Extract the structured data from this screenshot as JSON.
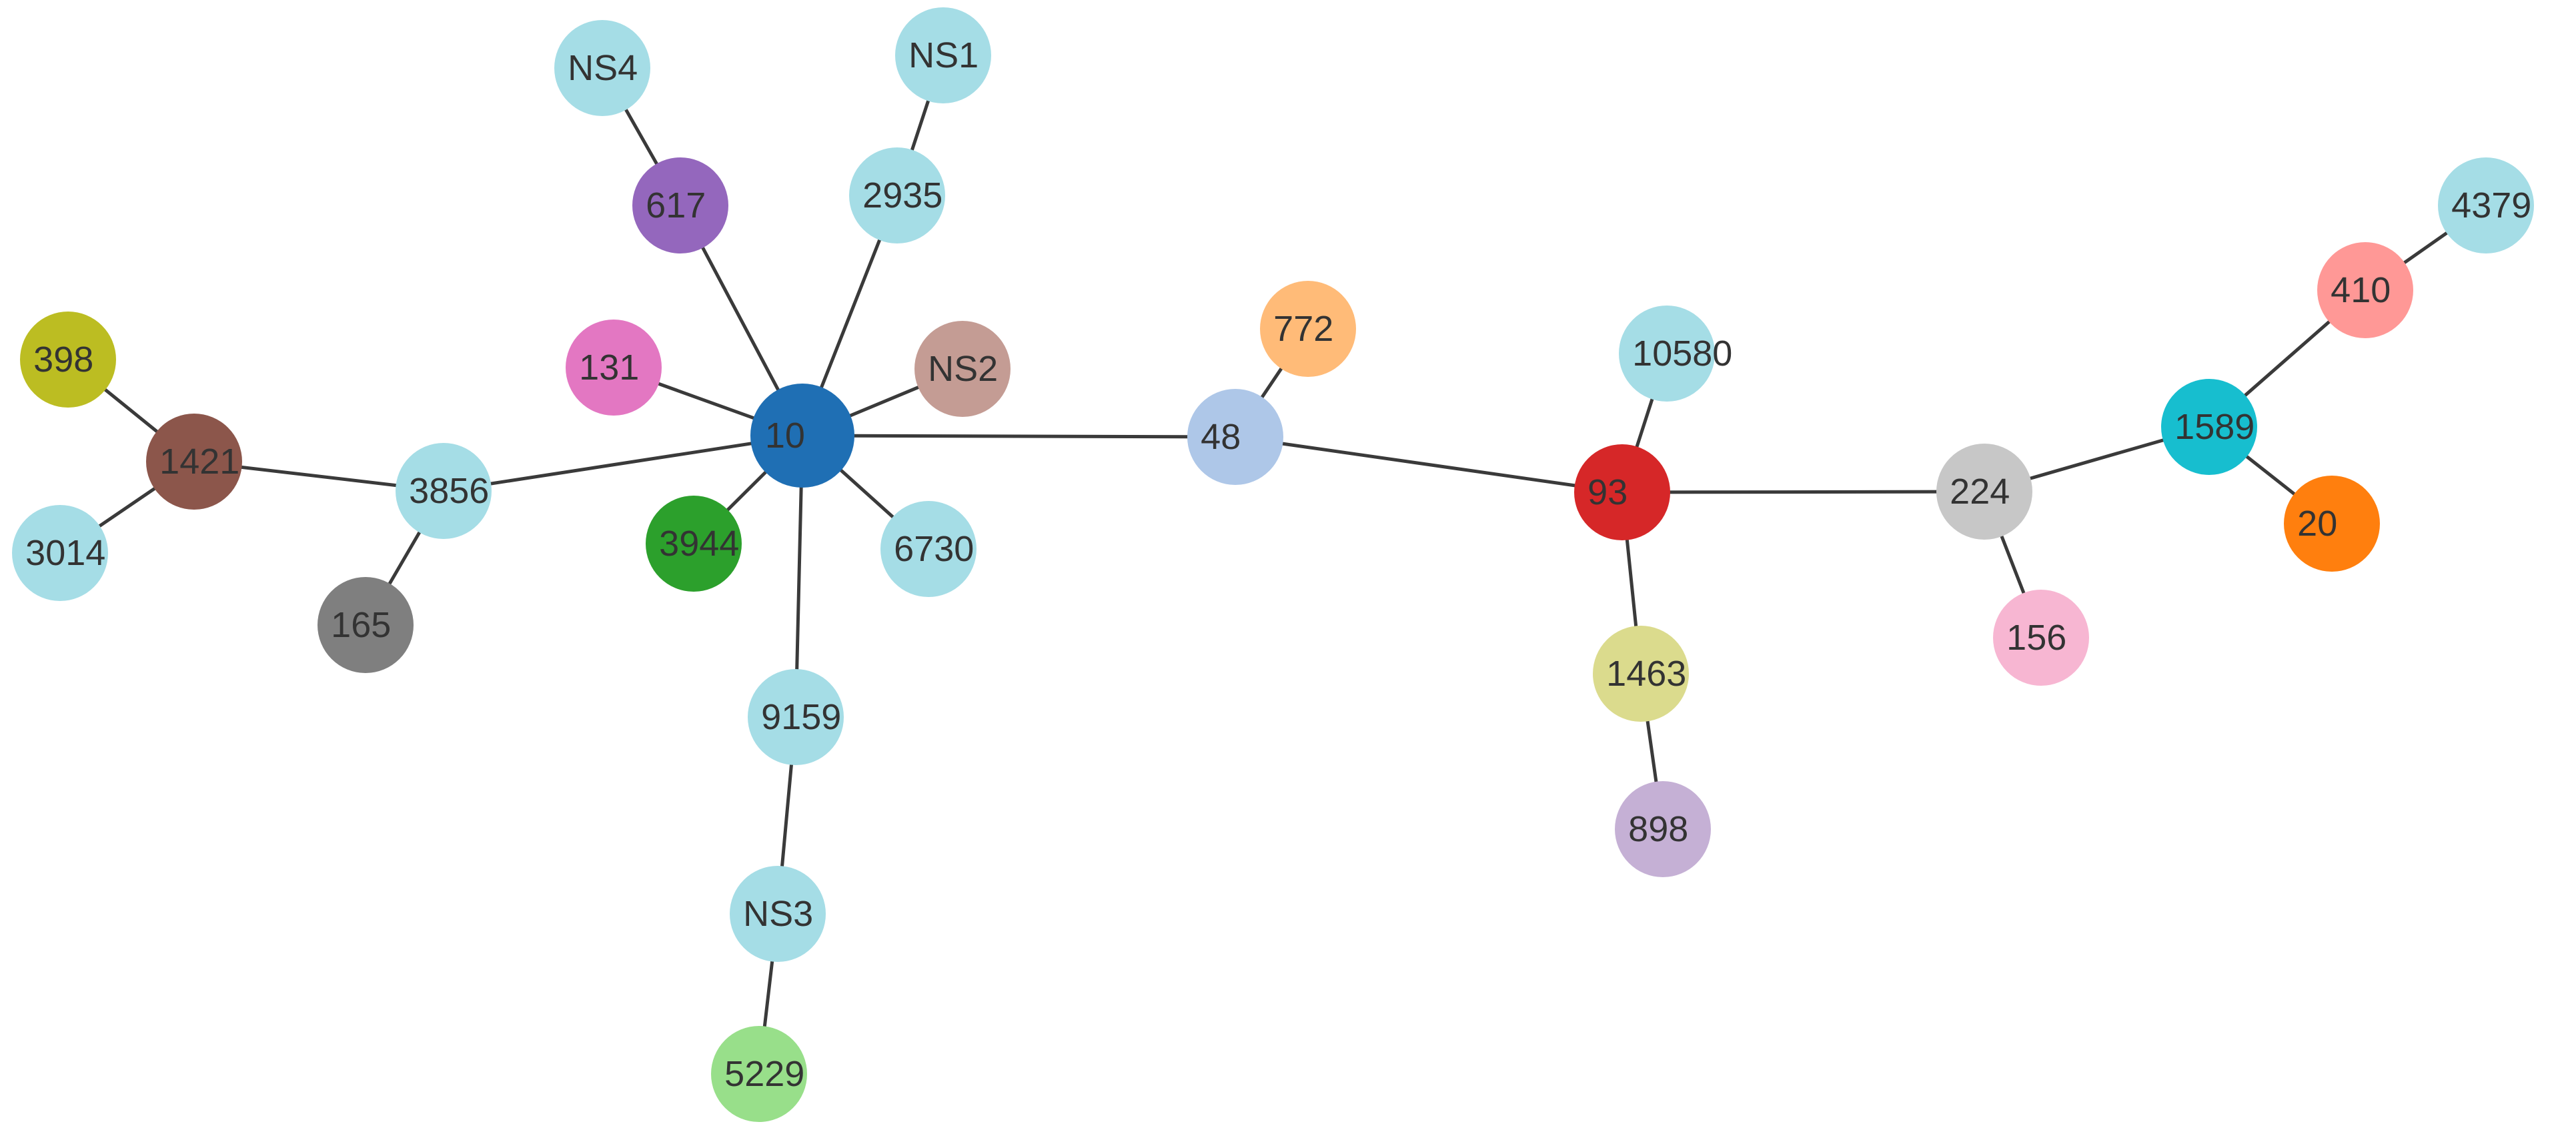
{
  "diagram": {
    "type": "network",
    "nodes": [
      {
        "id": "NS4",
        "label": "NS4",
        "color": "#a5dde6"
      },
      {
        "id": "NS1",
        "label": "NS1",
        "color": "#a5dde6"
      },
      {
        "id": "617",
        "label": "617",
        "color": "#9467bd"
      },
      {
        "id": "2935",
        "label": "2935",
        "color": "#a5dde6"
      },
      {
        "id": "4379",
        "label": "4379",
        "color": "#a5dde6"
      },
      {
        "id": "410",
        "label": "410",
        "color": "#ff9896"
      },
      {
        "id": "398",
        "label": "398",
        "color": "#bcbd22"
      },
      {
        "id": "131",
        "label": "131",
        "color": "#e377c2"
      },
      {
        "id": "NS2",
        "label": "NS2",
        "color": "#c49c94"
      },
      {
        "id": "772",
        "label": "772",
        "color": "#ffbb78"
      },
      {
        "id": "10580",
        "label": "10580",
        "color": "#a5dde6"
      },
      {
        "id": "10",
        "label": "10",
        "color": "#1f6fb4"
      },
      {
        "id": "1421",
        "label": "1421",
        "color": "#8c564b"
      },
      {
        "id": "48",
        "label": "48",
        "color": "#aec7e8"
      },
      {
        "id": "1589",
        "label": "1589",
        "color": "#17becf"
      },
      {
        "id": "3856",
        "label": "3856",
        "color": "#a5dde6"
      },
      {
        "id": "93",
        "label": "93",
        "color": "#d62728"
      },
      {
        "id": "224",
        "label": "224",
        "color": "#c7c7c7"
      },
      {
        "id": "3014",
        "label": "3014",
        "color": "#a5dde6"
      },
      {
        "id": "3944",
        "label": "3944",
        "color": "#2ca02c"
      },
      {
        "id": "6730",
        "label": "6730",
        "color": "#a5dde6"
      },
      {
        "id": "20",
        "label": "20",
        "color": "#ff7f0e"
      },
      {
        "id": "165",
        "label": "165",
        "color": "#7f7f7f"
      },
      {
        "id": "156",
        "label": "156",
        "color": "#f7b6d2"
      },
      {
        "id": "1463",
        "label": "1463",
        "color": "#dbdb8d"
      },
      {
        "id": "9159",
        "label": "9159",
        "color": "#a5dde6"
      },
      {
        "id": "898",
        "label": "898",
        "color": "#c5b0d5"
      },
      {
        "id": "NS3",
        "label": "NS3",
        "color": "#a5dde6"
      },
      {
        "id": "5229",
        "label": "5229",
        "color": "#98df8a"
      }
    ],
    "edges": [
      [
        "NS4",
        "617"
      ],
      [
        "617",
        "10"
      ],
      [
        "NS1",
        "2935"
      ],
      [
        "2935",
        "10"
      ],
      [
        "131",
        "10"
      ],
      [
        "NS2",
        "10"
      ],
      [
        "3944",
        "10"
      ],
      [
        "6730",
        "10"
      ],
      [
        "10",
        "9159"
      ],
      [
        "9159",
        "NS3"
      ],
      [
        "NS3",
        "5229"
      ],
      [
        "10",
        "3856"
      ],
      [
        "3856",
        "1421"
      ],
      [
        "3856",
        "165"
      ],
      [
        "1421",
        "398"
      ],
      [
        "1421",
        "3014"
      ],
      [
        "10",
        "48"
      ],
      [
        "48",
        "772"
      ],
      [
        "48",
        "93"
      ],
      [
        "93",
        "10580"
      ],
      [
        "93",
        "1463"
      ],
      [
        "1463",
        "898"
      ],
      [
        "93",
        "224"
      ],
      [
        "224",
        "156"
      ],
      [
        "224",
        "1589"
      ],
      [
        "1589",
        "410"
      ],
      [
        "410",
        "4379"
      ],
      [
        "1589",
        "20"
      ]
    ]
  }
}
